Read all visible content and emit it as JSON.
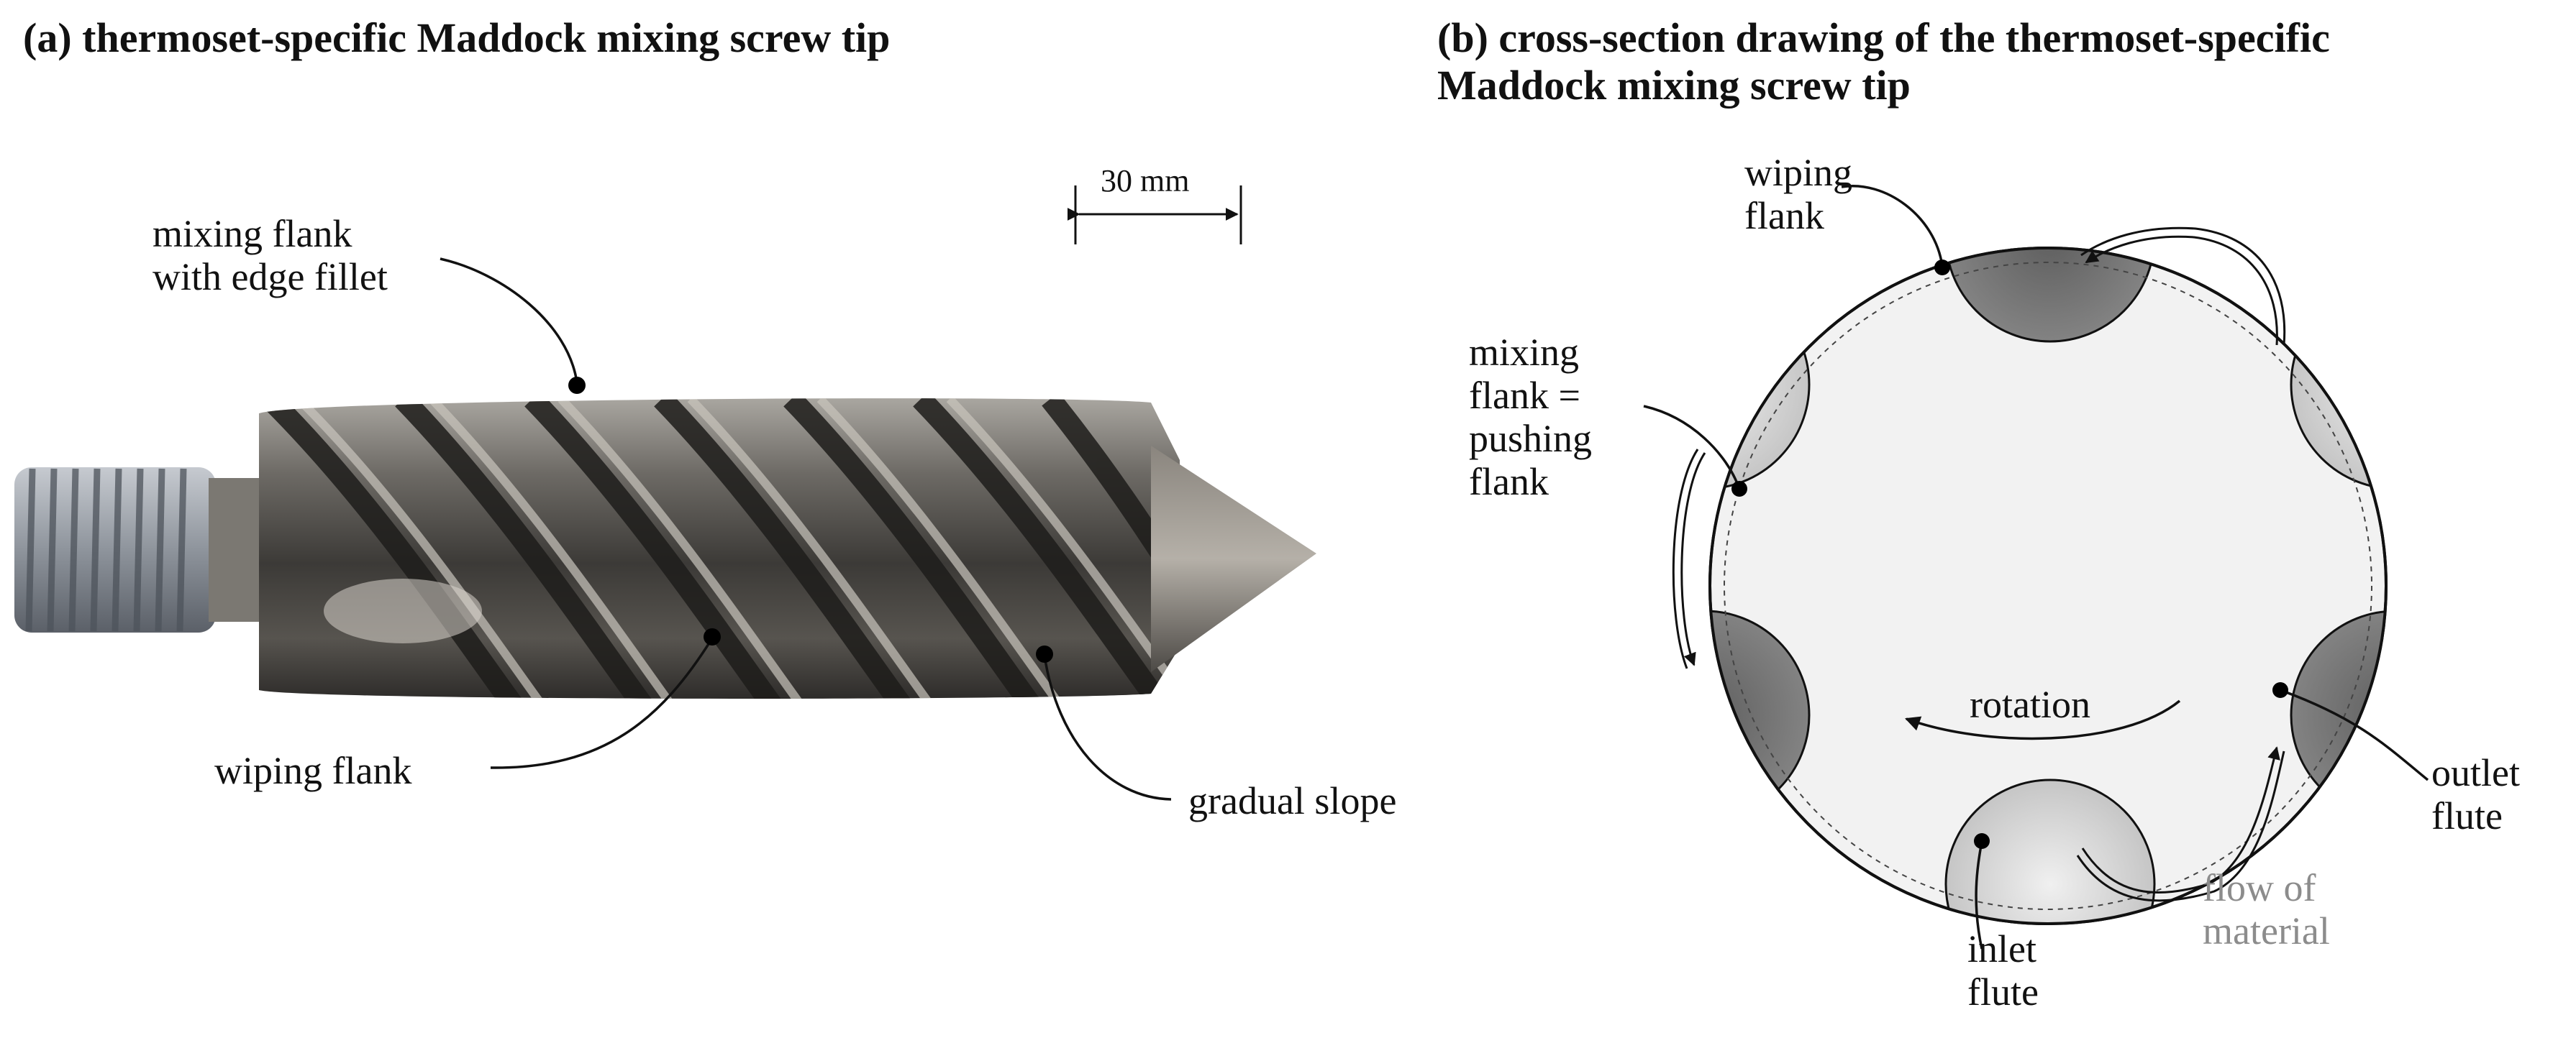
{
  "panel_a": {
    "title": "(a) thermoset-specific Maddock mixing screw tip",
    "scale_bar": "30 mm",
    "labels": {
      "mixing_flank_line1": "mixing flank",
      "mixing_flank_line2": "with edge fillet",
      "wiping_flank": "wiping flank",
      "gradual_slope": "gradual slope"
    }
  },
  "panel_b": {
    "title_line1": "(b) cross-section drawing of the thermoset-specific",
    "title_line2": "Maddock mixing screw tip",
    "labels": {
      "wiping_line1": "wiping",
      "wiping_line2": "flank",
      "mixing_line1": "mixing",
      "mixing_line2": "flank =",
      "mixing_line3": "pushing",
      "mixing_line4": "flank",
      "rotation": "rotation",
      "outlet_line1": "outlet",
      "outlet_line2": "flute",
      "inlet_line1": "inlet",
      "inlet_line2": "flute",
      "flow_line1": "flow of",
      "flow_line2": "material"
    }
  }
}
